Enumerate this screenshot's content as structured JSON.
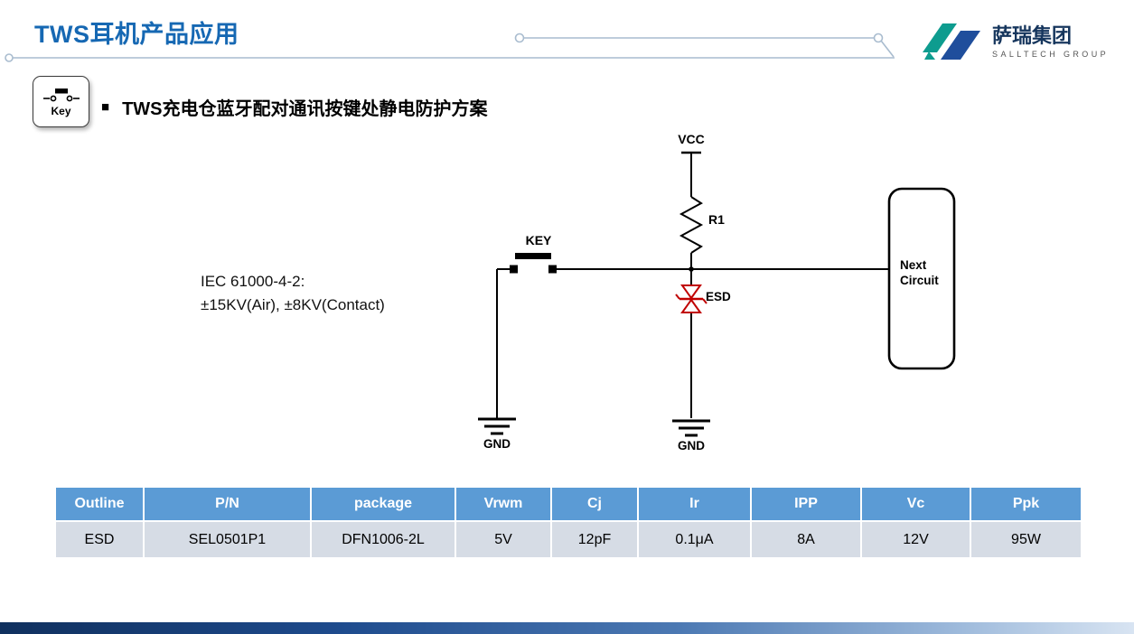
{
  "header": {
    "title": "TWS耳机产品应用",
    "logo_name": "萨瑞集团",
    "logo_subtitle": "SALLTECH GROUP"
  },
  "section": {
    "bullet": "■",
    "heading": "TWS充电仓蓝牙配对通讯按键处静电防护方案",
    "key_badge_label": "Key"
  },
  "circuit": {
    "vcc_label": "VCC",
    "r1_label": "R1",
    "key_label": "KEY",
    "esd_label": "ESD",
    "gnd_left_label": "GND",
    "gnd_right_label": "GND",
    "next_circuit_line1": "Next",
    "next_circuit_line2": "Circuit",
    "iec_line1": "IEC 61000-4-2:",
    "iec_line2": "±15KV(Air), ±8KV(Contact)"
  },
  "table": {
    "headers": [
      "Outline",
      "P/N",
      "package",
      "Vrwm",
      "Cj",
      "Ir",
      "IPP",
      "Vc",
      "Ppk"
    ],
    "rows": [
      [
        "ESD",
        "SEL0501P1",
        "DFN1006-2L",
        "5V",
        "12pF",
        "0.1μA",
        "8A",
        "12V",
        "95W"
      ]
    ]
  },
  "colors": {
    "title_blue": "#1668B3",
    "table_header_bg": "#5B9BD5",
    "table_row_bg": "#D6DCE5",
    "esd_red": "#C00000",
    "logo_teal": "#0E9C8F",
    "logo_blue": "#1F4E9C",
    "footer_gradient_start": "#10305E",
    "footer_gradient_end": "#D8E4F2"
  }
}
